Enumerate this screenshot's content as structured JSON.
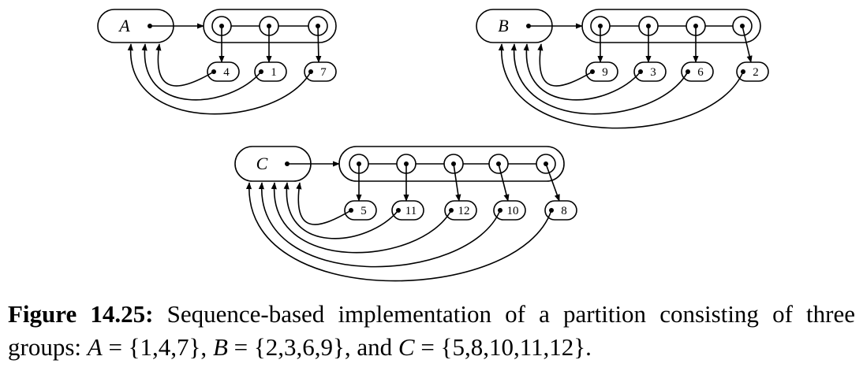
{
  "groups": [
    {
      "name": "A",
      "elements": [
        "4",
        "1",
        "7"
      ]
    },
    {
      "name": "B",
      "elements": [
        "9",
        "3",
        "6",
        "2"
      ]
    },
    {
      "name": "C",
      "elements": [
        "5",
        "11",
        "12",
        "10",
        "8"
      ]
    }
  ],
  "caption": {
    "label": "Figure 14.25:",
    "text1": " Sequence-based implementation of a partition consisting of three groups: ",
    "a_var": "A",
    "a_set": " = {1,4,7}, ",
    "b_var": "B",
    "b_set": " = {2,3,6,9}, and ",
    "c_var": "C",
    "c_set": " = {5,8,10,11,12}."
  }
}
